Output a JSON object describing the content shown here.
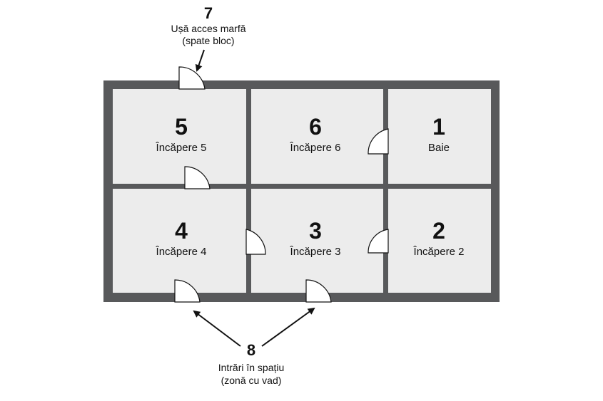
{
  "rooms": [
    {
      "number": "5",
      "label": "Încăpere 5"
    },
    {
      "number": "6",
      "label": "Încăpere 6"
    },
    {
      "number": "1",
      "label": "Baie"
    },
    {
      "number": "4",
      "label": "Încăpere 4"
    },
    {
      "number": "3",
      "label": "Încăpere 3"
    },
    {
      "number": "2",
      "label": "Încăpere 2"
    }
  ],
  "annotations": {
    "top": {
      "number": "7",
      "line1": "Ușă acces marfă",
      "line2": "(spate bloc)"
    },
    "bottom": {
      "number": "8",
      "line1": "Intrări în spațiu",
      "line2": "(zonă cu vad)"
    }
  },
  "colors": {
    "wall": "#58595b",
    "floor": "#ececec",
    "door": "#ffffff",
    "stroke": "#111111"
  }
}
